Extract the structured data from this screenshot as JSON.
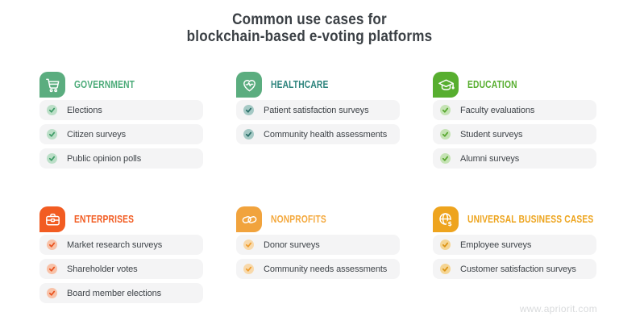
{
  "title": {
    "line1": "Common use cases for",
    "line2": "blockchain-based e-voting platforms"
  },
  "sections": [
    {
      "label": "GOVERNMENT",
      "icon": "cart-icon",
      "icon_bg": "#5bad7f",
      "label_color": "#4cab79",
      "check_bg": "#bcdfc8",
      "check_color": "#3f9c68",
      "items": [
        "Elections",
        "Citizen surveys",
        "Public opinion polls"
      ]
    },
    {
      "label": "HEALTHCARE",
      "icon": "heartbeat-icon",
      "icon_bg": "#5bad7f",
      "label_color": "#2c837c",
      "check_bg": "#a5c9c5",
      "check_color": "#2c6f69",
      "items": [
        "Patient satisfaction surveys",
        "Community health assessments"
      ]
    },
    {
      "label": "EDUCATION",
      "icon": "graduation-cap-icon",
      "icon_bg": "#57ae2f",
      "label_color": "#57ae2f",
      "check_bg": "#c5e3b4",
      "check_color": "#57a72f",
      "items": [
        "Faculty evaluations",
        "Student surveys",
        "Alumni surveys"
      ]
    },
    {
      "label": "ENTERPRISES",
      "icon": "briefcase-icon",
      "icon_bg": "#f25c22",
      "label_color": "#f25c22",
      "check_bg": "#f8c2a8",
      "check_color": "#e95320",
      "items": [
        "Market research surveys",
        "Shareholder votes",
        "Board member elections"
      ]
    },
    {
      "label": "NONPROFITS",
      "icon": "handshake-icon",
      "icon_bg": "#f1a33d",
      "label_color": "#f4a93e",
      "check_bg": "#f8d9ab",
      "check_color": "#ef9d2f",
      "items": [
        "Donor surveys",
        "Community needs assessments"
      ]
    },
    {
      "label": "UNIVERSAL BUSINESS CASES",
      "icon": "globe-dollar-icon",
      "icon_bg": "#eea41e",
      "label_color": "#eda41d",
      "check_bg": "#f5d593",
      "check_color": "#db9314",
      "items": [
        "Employee surveys",
        "Customer satisfaction surveys"
      ]
    }
  ],
  "footer": {
    "url_text": "www.apriorit.com"
  }
}
